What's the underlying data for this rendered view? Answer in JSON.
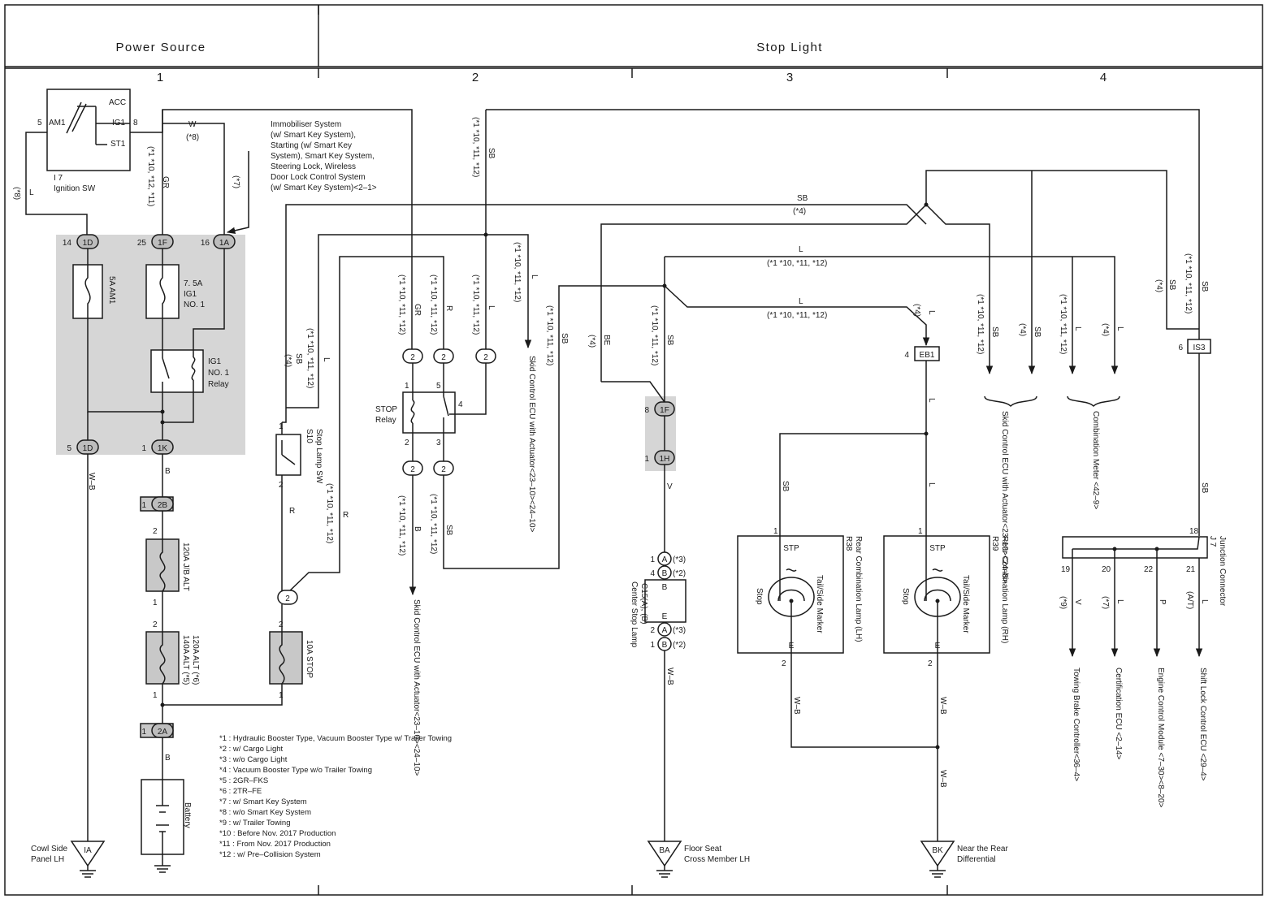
{
  "header": {
    "section_left": "Power Source",
    "section_right": "Stop Light",
    "columns": [
      "1",
      "2",
      "3",
      "4"
    ]
  },
  "ignition": {
    "ref": "I 7",
    "name": "Ignition SW",
    "pin_am1": "AM1",
    "pin_acc": "ACC",
    "pin_ig1": "IG1",
    "pin_st1": "ST1",
    "pin5": "5",
    "pin8": "8",
    "wire_w": "W",
    "note_8": "(*8)",
    "wire_l": "L",
    "note_8b": "(*8)",
    "wire_gr": "GR",
    "note_gr": "(*1 *10, *12, *11)",
    "note_7": "(*7)"
  },
  "immobiliser_note": [
    "Immobiliser System",
    "(w/ Smart Key System),",
    "Starting (w/ Smart Key",
    "System),  Smart Key System,",
    "Steering Lock,  Wireless",
    "Door Lock Control System",
    "(w/ Smart Key System)<2–1>"
  ],
  "fuse_box": {
    "c14": "14",
    "c1d": "1D",
    "c25": "25",
    "c1f": "1F",
    "c16": "16",
    "c1a": "1A",
    "fuse_am1": "5A AM1",
    "fuse_ig1a": "7. 5A",
    "fuse_ig1b": "IG1",
    "fuse_ig1c": "NO. 1",
    "relay_a": "IG1",
    "relay_b": "NO. 1",
    "relay_c": "Relay",
    "c5": "5",
    "c1d_out": "1D",
    "c1": "1",
    "c1k": "1K"
  },
  "left_chain": {
    "wire_wb": "W–B",
    "wire_b": "B",
    "c1_2b": "1",
    "c2b": "2B",
    "alt_top": "2",
    "alt_bot": "1",
    "fuse_120": "120A J/B ALT",
    "alt2_top": "2",
    "alt2_bot": "1",
    "fuse_140a": "140A ALT (*5)",
    "fuse_140b": "120A ALT (*6)",
    "c1_2a": "1",
    "c2a": "2A",
    "wire_b2": "B",
    "battery": "Battery",
    "gnd_ia": "IA",
    "gnd_ia_label_1": "Cowl Side",
    "gnd_ia_label_2": "Panel LH"
  },
  "stop_sw": {
    "ref": "S10",
    "name": "Stop Lamp SW",
    "pin1": "1",
    "pin2": "2",
    "wire_sb": "SB",
    "note_4": "(*4)",
    "wire_l": "L",
    "note_l": "(*1 *10, *11, *12)",
    "wire_r": "R",
    "wire_r2": "R",
    "note_r2": "(*1 *10, *11, *12)",
    "c2": "2",
    "fuse_pin2": "2",
    "fuse_pin1": "1",
    "fuse_stop": "10A STOP"
  },
  "stop_relay": {
    "name1": "STOP",
    "name2": "Relay",
    "pin1": "1",
    "pin5": "5",
    "pin4": "4",
    "pin2": "2",
    "pin3": "3",
    "c_tl": "2",
    "c_tr": "2",
    "c_r": "2",
    "c_bl": "2",
    "c_br": "2",
    "wire_gr": "GR",
    "note_gr": "(*1 *10, *11, *12)",
    "wire_r": "R",
    "note_r": "(*1 *10, *11, *12)",
    "wire_l": "L",
    "note_l": "(*1 *10, *11, *12)",
    "wire_sb_top": "SB",
    "note_sb_top": "(*1 *10, *11, *12)",
    "skid_top": "Skid Control ECU with Actuator<23–10><24–10>",
    "note_skid_top": "(*1 *10, *11, *12)",
    "wire_l_skid": "L",
    "wire_b": "B",
    "note_b": "(*1 *10, *11, *12)",
    "skid_bottom": "Skid Control ECU with Actuator<23–10><24–10>",
    "wire_sb_bot": "SB",
    "note_sb_bot": "(*1 *10, *11, *12)",
    "wire_sb_mid": "SB",
    "note_sb_mid": "(*1 *10, *11, *12)"
  },
  "center": {
    "wire_be": "BE",
    "note_be": "(*4)",
    "wire_sb": "SB",
    "note_sb": "(*1 *10, *11, *12)",
    "c8": "8",
    "c1f": "1F",
    "c1": "1",
    "c1h": "1H",
    "wire_v": "V",
    "ca1": "1",
    "ca": "A",
    "na3": "(*3)",
    "cb4": "4",
    "cb": "B",
    "nb2": "(*2)",
    "lamp_b": "B",
    "lamp_e": "E",
    "lamp_ref": "C15(A), (B)",
    "lamp_name": "Center Stop Lamp",
    "ca2": "2",
    "ca_b": "A",
    "na3b": "(*3)",
    "cb1": "1",
    "cb_b": "B",
    "nb2b": "(*2)",
    "wire_wb": "W–B",
    "gnd_ba": "BA",
    "gnd_ba_1": "Floor Seat",
    "gnd_ba_2": "Cross Member LH"
  },
  "top_wires": {
    "sb": "SB",
    "note_4": "(*4)",
    "l1": "L",
    "note_l1": "(*1 *10, *11, *12)",
    "l2": "L",
    "note_l2": "(*1 *10, *11, *12)"
  },
  "eb1": {
    "pin": "4",
    "name": "EB1",
    "wire_l": "L",
    "note_4": "(*4)",
    "wire_l2": "L",
    "wire_l3": "L",
    "wire_sb": "SB"
  },
  "lamps": {
    "lh_ref": "R38",
    "lh_name": "Rear Combination Lamp (LH)",
    "rh_ref": "R39",
    "rh_name": "Rear Combination Lamp (RH)",
    "pin1": "1",
    "pin2": "2",
    "stp": "STP",
    "stop": "Stop",
    "tail": "Tail/Side Marker",
    "e": "E",
    "lh_pin1": "1",
    "lh_pin2": "2",
    "lh_stp": "STP",
    "lh_stop": "Stop",
    "lh_tail": "Tail/Side Marker",
    "lh_e": "E",
    "wire_wb1": "W–B",
    "wire_wb2": "W–B",
    "wire_wb3": "W–B",
    "gnd_bk": "BK",
    "gnd_bk_1": "Near the Rear",
    "gnd_bk_2": "Differential"
  },
  "right_outs": {
    "sb1": "SB",
    "note_sb1": "(*1 *10, *11, *12)",
    "sb2": "SB",
    "note_sb2": "(*4)",
    "skid": "Skid Control ECU with Actuator<23–10><24–8>",
    "l1": "L",
    "note_l1": "(*1 *10, *11, *12)",
    "l2": "L",
    "note_l2": "(*4)",
    "meter": "Combination Meter <42–9>",
    "is3_pin": "6",
    "is3": "IS3",
    "wire_sb": "SB",
    "note_4": "(*4)",
    "note_sb": "(*1 *10, *11, *12)",
    "wire_sb2": "SB"
  },
  "junction": {
    "ref": "J 7",
    "name": "Junction Connector",
    "p18": "18",
    "p19": "19",
    "p20": "20",
    "p22": "22",
    "p21": "21",
    "w19": "V",
    "n19": "(*9)",
    "w20": "L",
    "n20": "(*7)",
    "w22": "P",
    "w21": "L",
    "n21": "(A/T)",
    "o19": "Towing Brake Controller<36–4>",
    "o20": "Certification ECU <2–14>",
    "o22": "Engine Control Module <7–30><8–20>",
    "o21": "Shift Lock Control ECU <29–4>"
  },
  "legend": [
    "*1 : Hydraulic Booster Type,  Vacuum Booster Type w/ Trailer Towing",
    "*2 : w/ Cargo Light",
    "*3 : w/o Cargo Light",
    "*4 : Vacuum Booster Type w/o Trailer Towing",
    "*5 : 2GR–FKS",
    "*6 : 2TR–FE",
    "*7 : w/ Smart Key System",
    "*8 : w/o Smart Key System",
    "*9 : w/ Trailer Towing",
    "*10 : Before Nov.  2017 Production",
    "*11 : From Nov.  2017 Production",
    "*12 : w/ Pre–Collision System"
  ]
}
